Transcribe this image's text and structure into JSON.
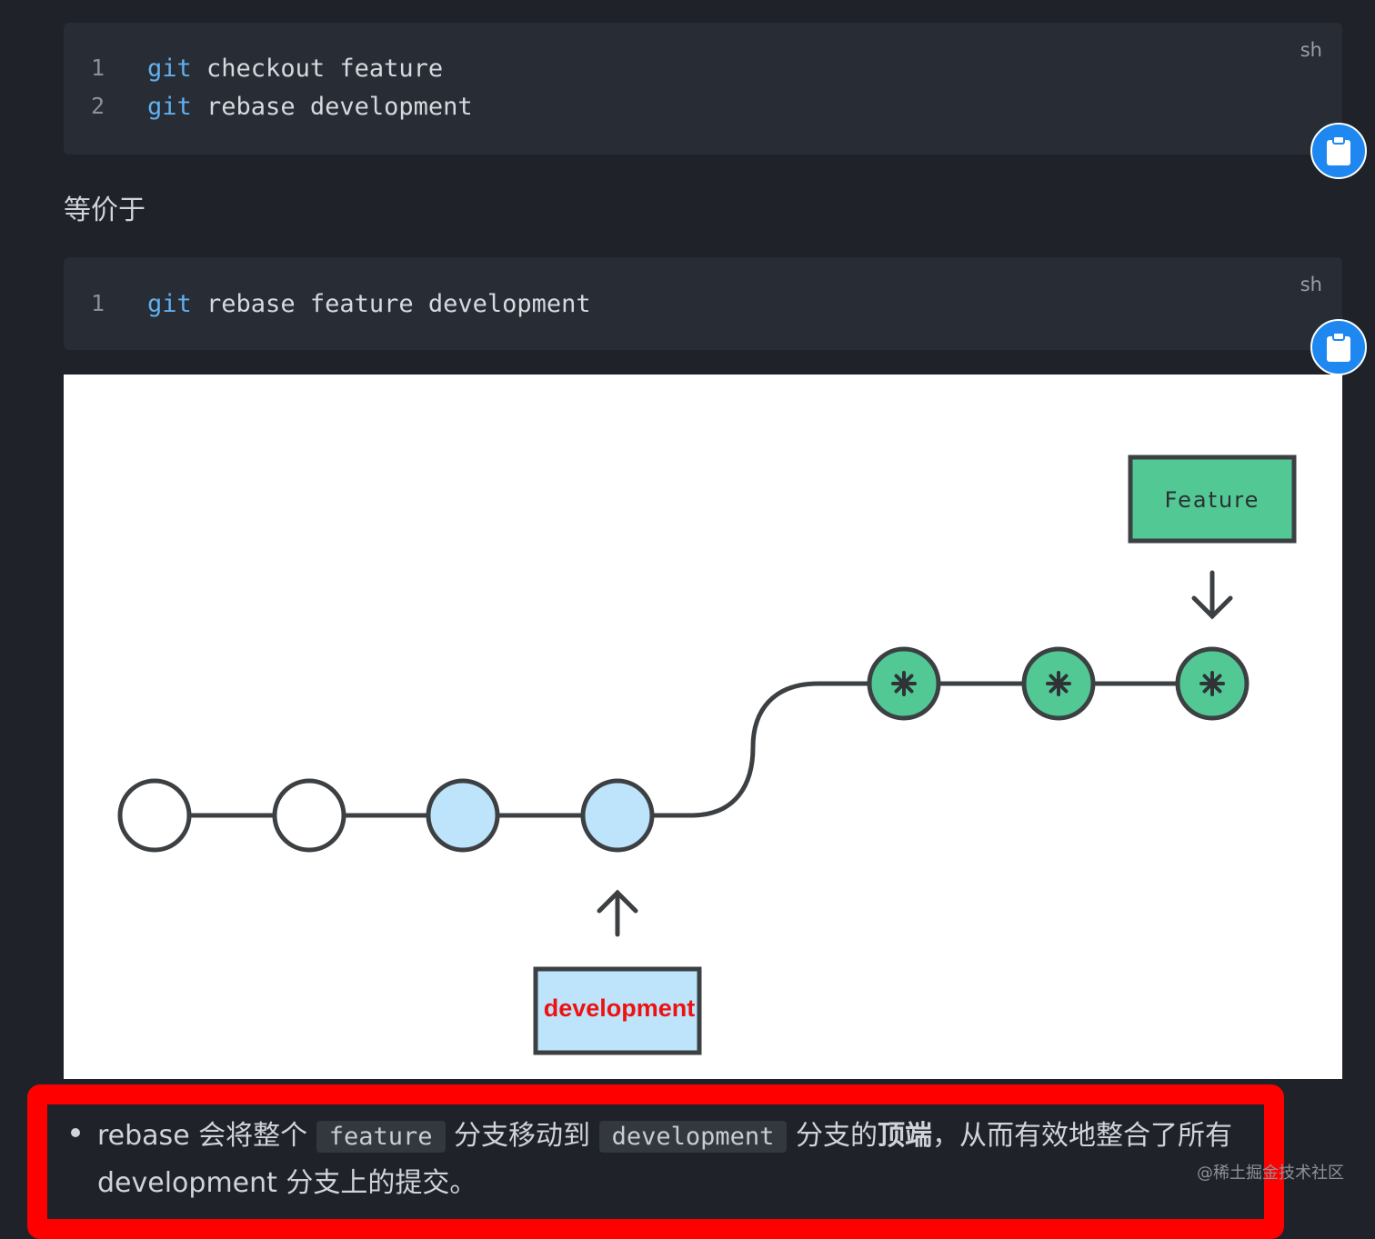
{
  "code_block_1": {
    "lang": "sh",
    "lines": [
      {
        "num": "1",
        "kw": "git",
        "rest": " checkout feature"
      },
      {
        "num": "2",
        "kw": "git",
        "rest": " rebase development"
      }
    ]
  },
  "equivalent_text": "等价于",
  "code_block_2": {
    "lang": "sh",
    "lines": [
      {
        "num": "1",
        "kw": "git",
        "rest": " rebase feature development"
      }
    ]
  },
  "diagram": {
    "feature_label": "Feature",
    "development_label": "development",
    "colors": {
      "feature_green": "#52c995",
      "base_blue": "#bde4fb",
      "stroke": "#3c4043",
      "dev_label_red": "#ee1111"
    }
  },
  "bullet": {
    "part1": "rebase 会将整个 ",
    "code1": "feature",
    "part2": " 分支移动到 ",
    "code2": "development",
    "part3": " 分支的",
    "bold": "顶端",
    "part4": "，从而有效地整合了所有 development 分支上的提交。"
  },
  "watermark": "@稀土掘金技术社区",
  "icons": [
    "clipboard-icon",
    "arrow-down-icon",
    "arrow-up-icon"
  ],
  "accent_color": "#1e88f0",
  "highlight_color": "#ff0000"
}
